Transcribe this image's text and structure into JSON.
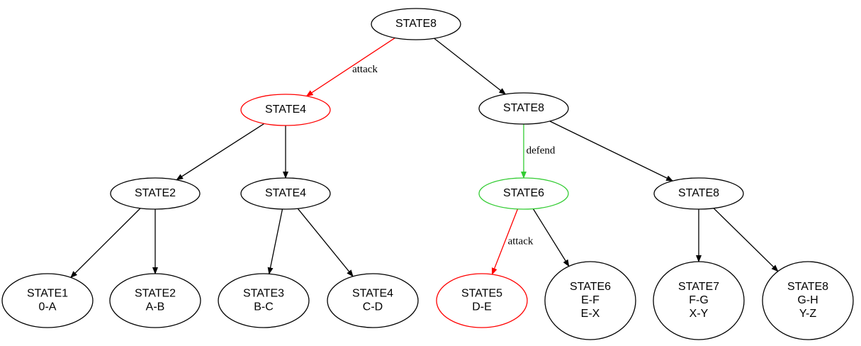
{
  "colors": {
    "default": "#000000",
    "attack": "#ff0000",
    "defend": "#33cc33"
  },
  "nodes": [
    {
      "id": "root",
      "lines": [
        "STATE8"
      ],
      "color": "default"
    },
    {
      "id": "l1_left",
      "lines": [
        "STATE4"
      ],
      "color": "attack"
    },
    {
      "id": "l1_right",
      "lines": [
        "STATE8"
      ],
      "color": "default"
    },
    {
      "id": "l2_a",
      "lines": [
        "STATE2"
      ],
      "color": "default"
    },
    {
      "id": "l2_b",
      "lines": [
        "STATE4"
      ],
      "color": "default"
    },
    {
      "id": "l2_c",
      "lines": [
        "STATE6"
      ],
      "color": "defend"
    },
    {
      "id": "l2_d",
      "lines": [
        "STATE8"
      ],
      "color": "default"
    },
    {
      "id": "leaf_1",
      "lines": [
        "STATE1",
        "0-A"
      ],
      "color": "default"
    },
    {
      "id": "leaf_2",
      "lines": [
        "STATE2",
        "A-B"
      ],
      "color": "default"
    },
    {
      "id": "leaf_3",
      "lines": [
        "STATE3",
        "B-C"
      ],
      "color": "default"
    },
    {
      "id": "leaf_4",
      "lines": [
        "STATE4",
        "C-D"
      ],
      "color": "default"
    },
    {
      "id": "leaf_5",
      "lines": [
        "STATE5",
        "D-E"
      ],
      "color": "attack"
    },
    {
      "id": "leaf_6",
      "lines": [
        "STATE6",
        "E-F",
        "E-X"
      ],
      "color": "default"
    },
    {
      "id": "leaf_7",
      "lines": [
        "STATE7",
        "F-G",
        "X-Y"
      ],
      "color": "default"
    },
    {
      "id": "leaf_8",
      "lines": [
        "STATE8",
        "G-H",
        "Y-Z"
      ],
      "color": "default"
    }
  ],
  "edges": [
    {
      "from": "root",
      "to": "l1_left",
      "label": "attack",
      "color": "attack"
    },
    {
      "from": "root",
      "to": "l1_right",
      "label": "",
      "color": "default"
    },
    {
      "from": "l1_left",
      "to": "l2_a",
      "label": "",
      "color": "default"
    },
    {
      "from": "l1_left",
      "to": "l2_b",
      "label": "",
      "color": "default"
    },
    {
      "from": "l1_right",
      "to": "l2_c",
      "label": "defend",
      "color": "defend"
    },
    {
      "from": "l1_right",
      "to": "l2_d",
      "label": "",
      "color": "default"
    },
    {
      "from": "l2_a",
      "to": "leaf_1",
      "label": "",
      "color": "default"
    },
    {
      "from": "l2_a",
      "to": "leaf_2",
      "label": "",
      "color": "default"
    },
    {
      "from": "l2_b",
      "to": "leaf_3",
      "label": "",
      "color": "default"
    },
    {
      "from": "l2_b",
      "to": "leaf_4",
      "label": "",
      "color": "default"
    },
    {
      "from": "l2_c",
      "to": "leaf_5",
      "label": "attack",
      "color": "attack"
    },
    {
      "from": "l2_c",
      "to": "leaf_6",
      "label": "",
      "color": "default"
    },
    {
      "from": "l2_d",
      "to": "leaf_7",
      "label": "",
      "color": "default"
    },
    {
      "from": "l2_d",
      "to": "leaf_8",
      "label": "",
      "color": "default"
    }
  ]
}
